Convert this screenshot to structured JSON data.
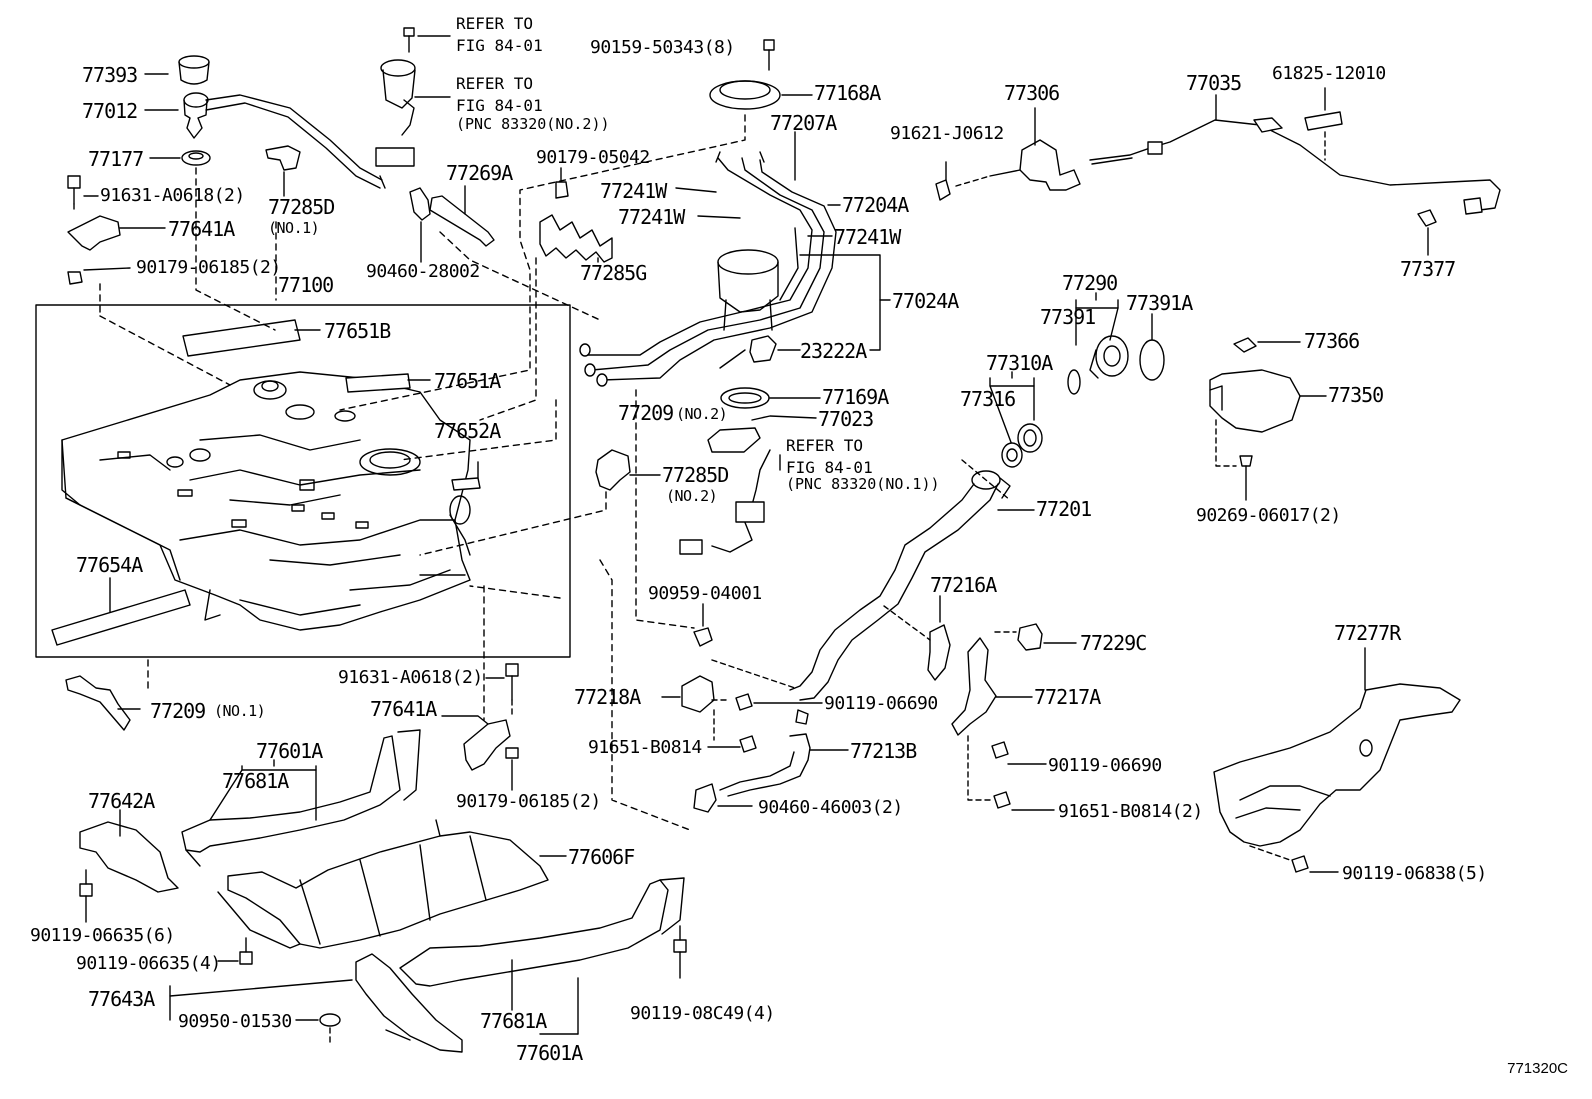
{
  "figure_code": "771320C",
  "refer_notes": {
    "r1_line1": "REFER TO",
    "r1_line2": "FIG 84-01",
    "r2_line1": "REFER TO",
    "r2_line2": "FIG 84-01",
    "r2_line3": "(PNC 83320(NO.2))",
    "r3_line1": "REFER TO",
    "r3_line2": "FIG 84-01",
    "r3_line3": "(PNC 83320(NO.1))"
  },
  "parts": {
    "p77393": "77393",
    "p77012": "77012",
    "p77177": "77177",
    "p91631_top": "91631-A0618(2)",
    "p77641A_top": "77641A",
    "p90179_06185_top": "90179-06185(2)",
    "p77285D_1": "77285D",
    "p77285D_1_sub": "(NO.1)",
    "p90460_28002": "90460-28002",
    "p77269A": "77269A",
    "p77100": "77100",
    "p77651B": "77651B",
    "p77651A": "77651A",
    "p77652A": "77652A",
    "p77654A": "77654A",
    "p77209_1": "77209",
    "p77209_1_sub": "(NO.1)",
    "p90159_50343": "90159-50343(8)",
    "p77168A": "77168A",
    "p77207A": "77207A",
    "p90179_05042": "90179-05042",
    "p77241W_1": "77241W",
    "p77241W_2": "77241W",
    "p77241W_3": "77241W",
    "p77204A": "77204A",
    "p77285G": "77285G",
    "p77024A": "77024A",
    "p23222A": "23222A",
    "p77209_2": "77209",
    "p77209_2_sub": "(NO.2)",
    "p77169A": "77169A",
    "p77023": "77023",
    "p77285D_2": "77285D",
    "p77285D_2_sub": "(NO.2)",
    "p91621_J0612": "91621-J0612",
    "p77306": "77306",
    "p77035": "77035",
    "p61825_12010": "61825-12010",
    "p77377": "77377",
    "p77290": "77290",
    "p77391": "77391",
    "p77391A": "77391A",
    "p77310A": "77310A",
    "p77316": "77316",
    "p77366": "77366",
    "p77350": "77350",
    "p90269_06017": "90269-06017(2)",
    "p77201": "77201",
    "p77216A": "77216A",
    "p90959_04001": "90959-04001",
    "p77229C": "77229C",
    "p77217A": "77217A",
    "p77218A": "77218A",
    "p90119_06690_a": "90119-06690",
    "p91651_B0814_a": "91651-B0814",
    "p77213B": "77213B",
    "p90119_06690_b": "90119-06690",
    "p91651_B0814_b": "91651-B0814(2)",
    "p90460_46003": "90460-46003(2)",
    "p77277R": "77277R",
    "p90119_06838": "90119-06838(5)",
    "p91631_mid": "91631-A0618(2)",
    "p77641A_mid": "77641A",
    "p90179_06185_mid": "90179-06185(2)",
    "p77601A_top": "77601A",
    "p77681A_top": "77681A",
    "p77642A": "77642A",
    "p77606F": "77606F",
    "p90119_06635_6": "90119-06635(6)",
    "p90119_06635_4": "90119-06635(4)",
    "p77643A": "77643A",
    "p90950_01530": "90950-01530",
    "p77681A_bot": "77681A",
    "p77601A_bot": "77601A",
    "p90119_08C49": "90119-08C49(4)"
  }
}
